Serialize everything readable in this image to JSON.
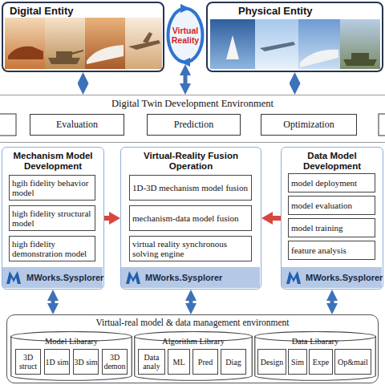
{
  "diagram": {
    "nodes": [
      {
        "text": [
          "Digital Entity"
        ]
      },
      {
        "text": [
          "Virtual Reality"
        ]
      },
      {
        "text": [
          "Physical Entity"
        ]
      },
      {
        "text": [
          "Digital Twin Development Environment"
        ]
      },
      {
        "text": [
          "Evaluation"
        ],
        "in": 3
      },
      {
        "text": [
          "Prediction"
        ],
        "in": 3
      },
      {
        "text": [
          "Optimization"
        ],
        "in": 3
      },
      {
        "text": [
          "Mechanism Model Development"
        ]
      },
      {
        "text": [
          "hgih fidelity behavior model"
        ],
        "in": 7
      },
      {
        "text": [
          "high fidelity structural model"
        ],
        "in": 7
      },
      {
        "text": [
          "high fidelity demonstration model"
        ],
        "in": 7
      },
      {
        "text": [
          "MWorks.Sysplorer"
        ],
        "in": 7
      },
      {
        "text": [
          "Virtual-Reality Fusion Operation"
        ]
      },
      {
        "text": [
          "1D-3D mechanism model fusion"
        ],
        "in": 12
      },
      {
        "text": [
          "mechanism-data model fusion"
        ],
        "in": 12
      },
      {
        "text": [
          "virtual reality synchronous solving engine"
        ],
        "in": 12
      },
      {
        "text": [
          "MWorks.Sysplorer"
        ],
        "in": 12
      },
      {
        "text": [
          "Data Model Development"
        ]
      },
      {
        "text": [
          "model deployment"
        ],
        "in": 17
      },
      {
        "text": [
          "model evaluation"
        ],
        "in": 17
      },
      {
        "text": [
          "model training"
        ],
        "in": 17
      },
      {
        "text": [
          "feature analysis"
        ],
        "in": 17
      },
      {
        "text": [
          "MWorks.Sysplorer"
        ],
        "in": 17
      },
      {
        "text": [
          "Virtual-real model & data management environment"
        ]
      },
      {
        "text": [
          "Model Libarary"
        ],
        "in": 23
      },
      {
        "text": [
          "3D struct"
        ],
        "in": 24
      },
      {
        "text": [
          "1D sim"
        ],
        "in": 24
      },
      {
        "text": [
          "3D sim"
        ],
        "in": 24
      },
      {
        "text": [
          "3D demon"
        ],
        "in": 24
      },
      {
        "text": [
          "Algorithm Library"
        ],
        "in": 23
      },
      {
        "text": [
          "Data analy"
        ],
        "in": 29
      },
      {
        "text": [
          "ML"
        ],
        "in": 29
      },
      {
        "text": [
          "Pred"
        ],
        "in": 29
      },
      {
        "text": [
          "Diag"
        ],
        "in": 29
      },
      {
        "text": [
          "Data Libarary"
        ],
        "in": 23
      },
      {
        "text": [
          "Design"
        ],
        "in": 34
      },
      {
        "text": [
          "Sim"
        ],
        "in": 34
      },
      {
        "text": [
          "Expe"
        ],
        "in": 34
      },
      {
        "text": [
          "Op&mail"
        ],
        "in": 34
      }
    ],
    "edges": [
      {
        "from": 0,
        "to": 3,
        "arrow": "both"
      },
      {
        "from": 1,
        "to": 3,
        "arrow": "both"
      },
      {
        "from": 2,
        "to": 3,
        "arrow": "both"
      },
      {
        "from": 7,
        "to": 12,
        "arrow": "to"
      },
      {
        "from": 17,
        "to": 12,
        "arrow": "to"
      },
      {
        "from": 7,
        "to": 23,
        "arrow": "both"
      },
      {
        "from": 12,
        "to": 23,
        "arrow": "both"
      },
      {
        "from": 17,
        "to": 23,
        "arrow": "both"
      }
    ]
  }
}
